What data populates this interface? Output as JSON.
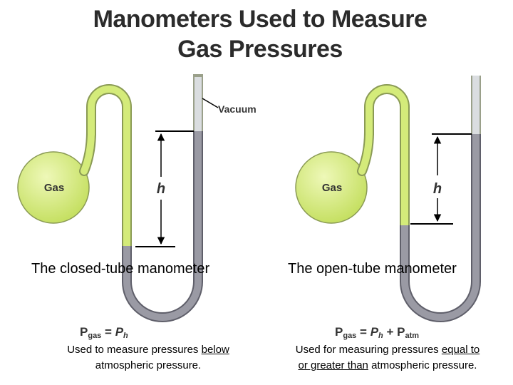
{
  "title": {
    "line1": "Manometers Used to Measure",
    "line2": "Gas Pressures"
  },
  "closed": {
    "bulb_label": "Gas",
    "height_label": "h",
    "vacuum_label": "Vacuum",
    "caption": "The closed-tube manometer",
    "formula": {
      "p": "P",
      "gas_sub": "gas",
      "eq": " = ",
      "h_sub": "h"
    },
    "note": {
      "part1": "Used to measure pressures ",
      "underline": "below",
      "part2": "atmospheric pressure."
    }
  },
  "open": {
    "bulb_label": "Gas",
    "height_label": "h",
    "caption": "The open-tube manometer",
    "formula": {
      "p": "P",
      "gas_sub": "gas",
      "eq": " = ",
      "h_sub": "h",
      "plus": " + ",
      "atm_sub": "atm"
    },
    "note": {
      "part1": "Used for measuring pressures ",
      "underline1": "equal to",
      "underline2": "or greater than",
      "part2": " atmospheric pressure."
    }
  },
  "colors": {
    "gas_fill": "#d4eb7a",
    "tube_outline": "#7f8a66",
    "mercury": "#8c8c96",
    "mercury_dark": "#5f5f6a",
    "title_text": "#2b2b2b"
  }
}
